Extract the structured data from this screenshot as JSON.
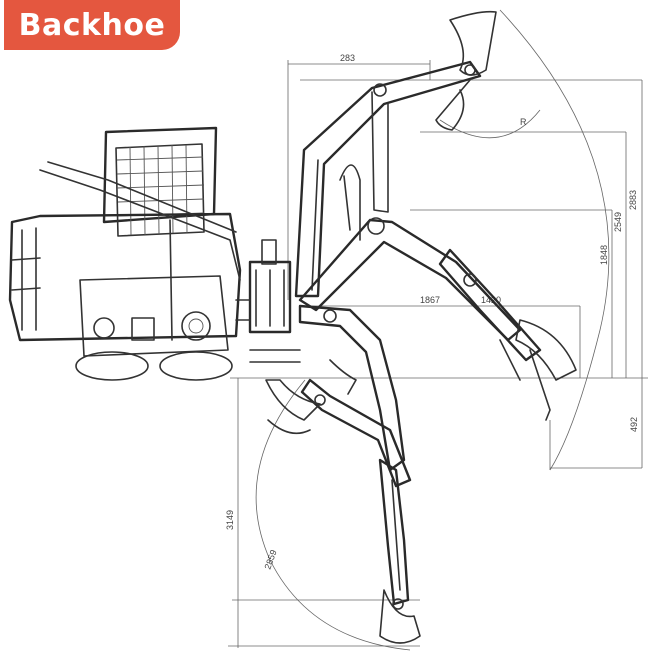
{
  "title": "Backhoe",
  "colors": {
    "badge_bg": "#e4573f",
    "badge_text": "#ffffff",
    "line": "#333333"
  },
  "dimensions": {
    "top_width": "283",
    "reach_arc": "2883",
    "height_a": "2549",
    "height_b": "1848",
    "mid_reach": "1867",
    "arm_angle": "1420",
    "below_ground": "492",
    "dig_depth": "3149",
    "dig_depth_b": "2859",
    "angle_mark": "R"
  }
}
